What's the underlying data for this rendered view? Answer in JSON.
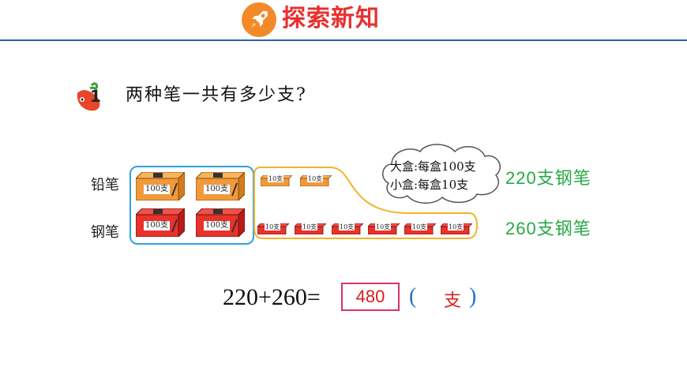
{
  "header": {
    "section_title": "探索新知",
    "icon": "rocket-icon"
  },
  "question": {
    "number": "1",
    "text": "两种笔一共有多少支?"
  },
  "rows": {
    "pencil_label": "铅笔",
    "pen_label": "钢笔"
  },
  "big_box_label": "100支",
  "small_box_label": "10支",
  "counts": {
    "pencil_big_boxes": 2,
    "pen_big_boxes": 2,
    "pencil_small_boxes": 2,
    "pen_small_boxes": 6
  },
  "cloud": {
    "line1": "大盒:每盒100支",
    "line2": "小盒:每盒10支"
  },
  "results": {
    "pencil": "220支钢笔",
    "pen": "260支钢笔"
  },
  "equation": {
    "expression": "220+260=",
    "answer": "480",
    "paren_open": "(",
    "unit": "支",
    "paren_close": ")"
  },
  "colors": {
    "title": "#e8302f",
    "header_line": "#2f5fb0",
    "frame_blue": "#2ea2df",
    "frame_orange": "#f2b32a",
    "result_green": "#27a844",
    "answer_red": "#d42020",
    "answer_border": "#d6336c",
    "pencil_box": "#f29a3a",
    "pen_box": "#e8322a"
  }
}
